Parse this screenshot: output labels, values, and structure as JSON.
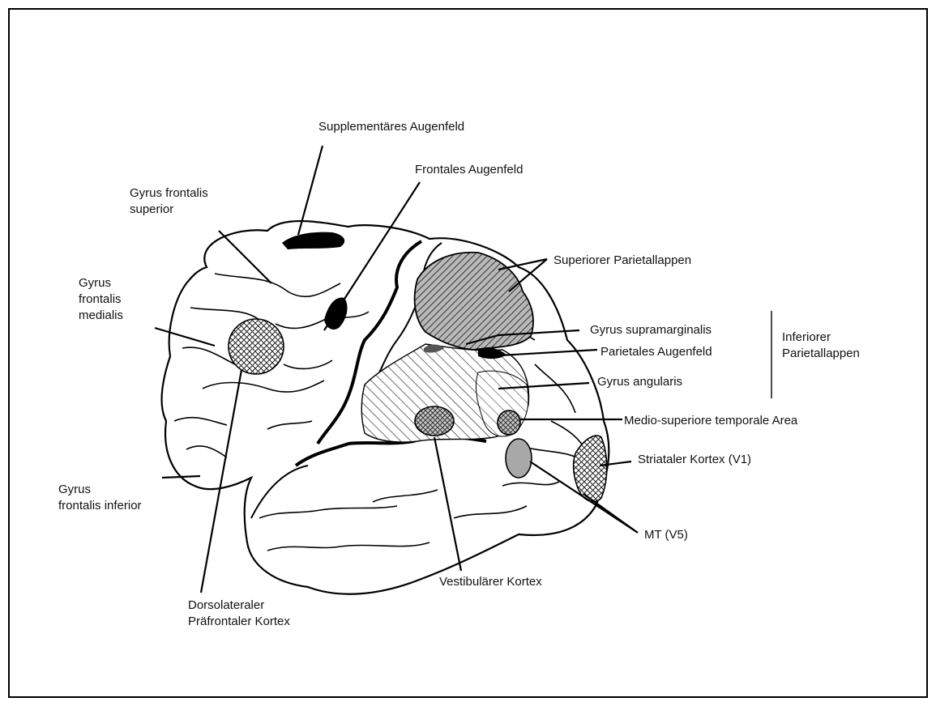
{
  "labels": {
    "supplementary_eye_field": "Supplementäres Augenfeld",
    "frontal_eye_field": "Frontales Augenfeld",
    "gyrus_frontalis_superior": [
      "Gyrus frontalis",
      "superior"
    ],
    "gyrus_frontalis_medialis": [
      "Gyrus",
      "frontalis",
      "medialis"
    ],
    "gyrus_frontalis_inferior": [
      "Gyrus",
      "frontalis inferior"
    ],
    "dorsolateral_prefrontal": [
      "Dorsolateraler",
      "Präfrontaler Kortex"
    ],
    "superior_parietal": "Superiorer Parietallappen",
    "gyrus_supramarginalis": "Gyrus supramarginalis",
    "parietal_eye_field": "Parietales Augenfeld",
    "gyrus_angularis": "Gyrus angularis",
    "inferior_parietal": [
      "Inferiorer",
      "Parietallappen"
    ],
    "mst": "Medio-superiore temporale Area",
    "v1": "Striataler Kortex (V1)",
    "mt": "MT (V5)",
    "vestibular": "Vestibulärer Kortex"
  },
  "colors": {
    "outline": "#000000",
    "hatch_fill": "#9a9a9a",
    "region_black": "#000000"
  }
}
